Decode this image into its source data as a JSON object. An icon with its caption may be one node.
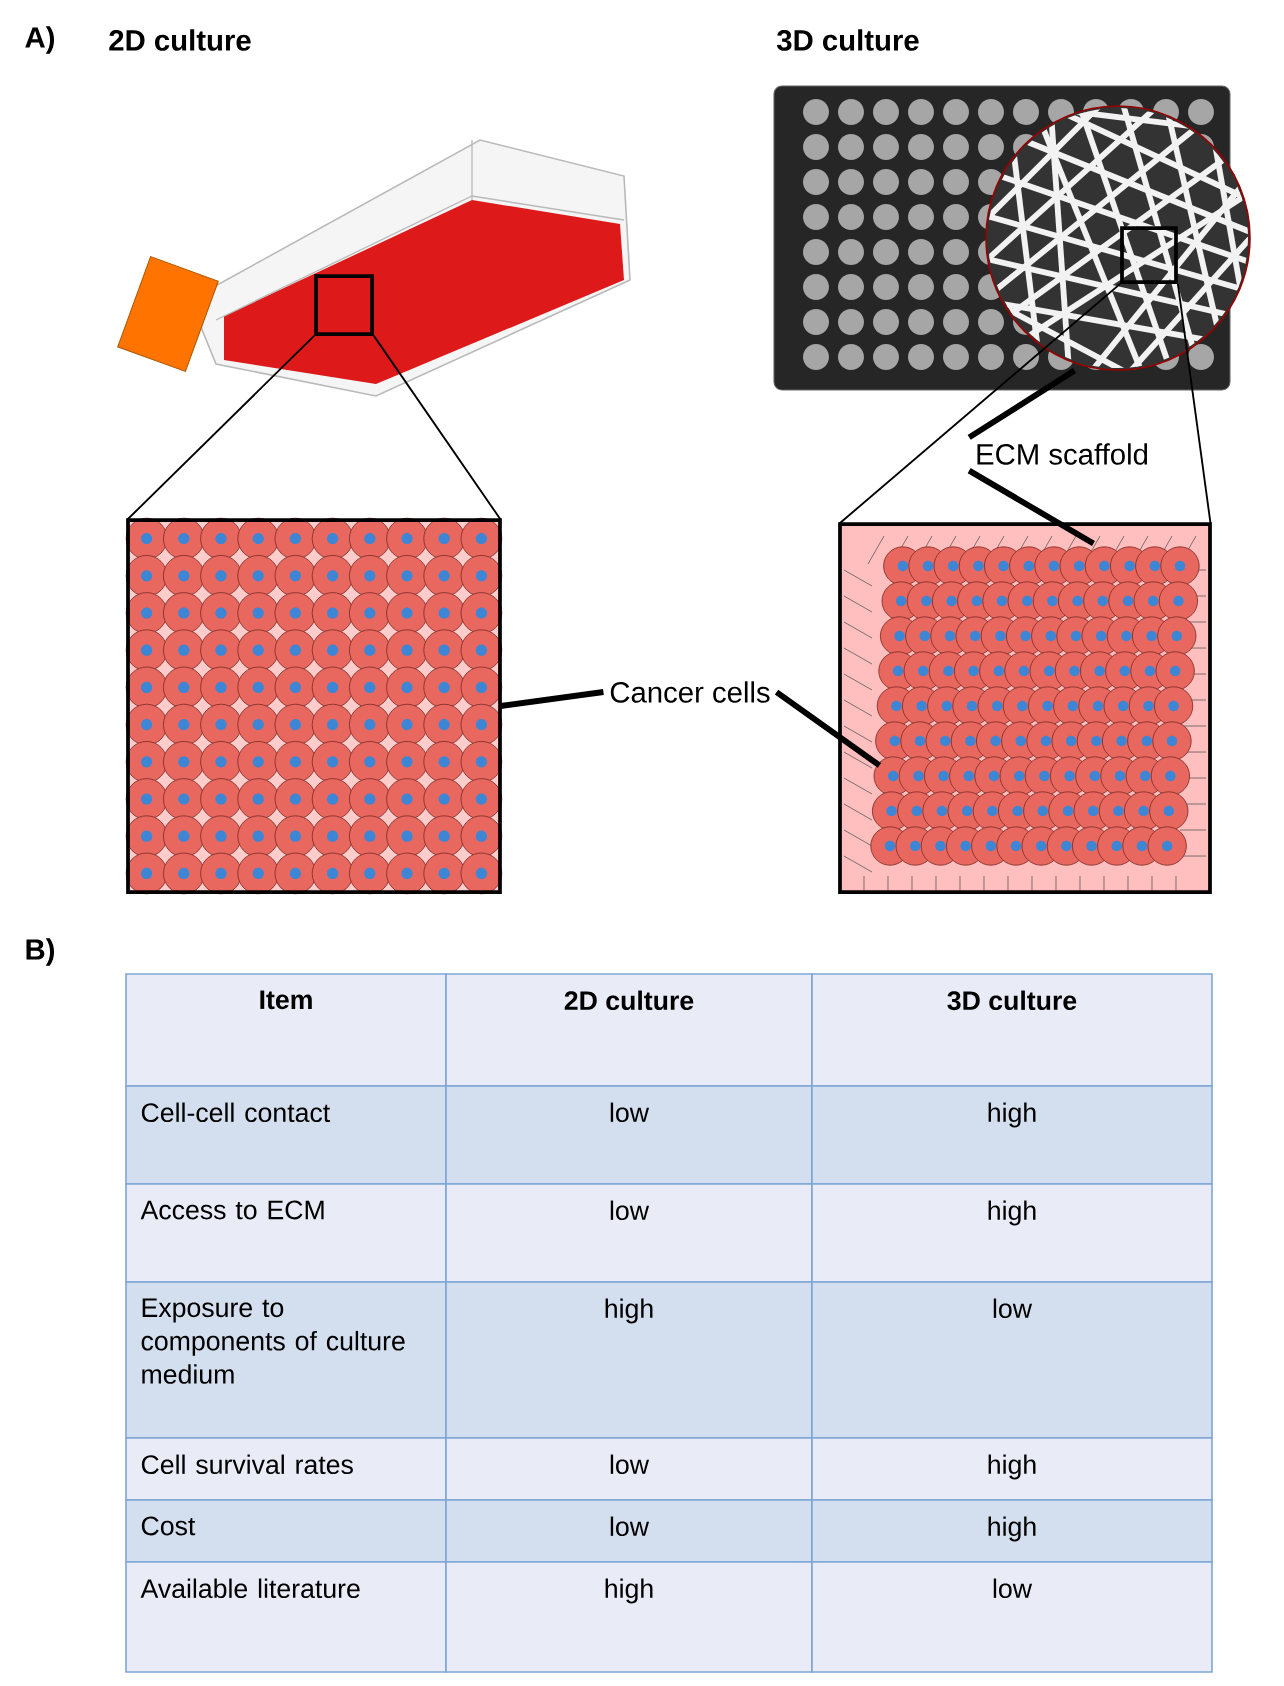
{
  "diagram": {
    "nodes": [
      {
        "text": [],
        "shape": "picture"
      },
      {
        "text": [],
        "shape": "box",
        "in": 0
      },
      {
        "text": [],
        "shape": "picture"
      },
      {
        "text": [],
        "shape": "box",
        "in": 2
      },
      {
        "text": [],
        "shape": "picture"
      },
      {
        "text": [],
        "shape": "picture"
      },
      {
        "text": [
          "ECM scaffold"
        ]
      },
      {
        "text": [
          "Cancer cells"
        ]
      }
    ],
    "edges": [
      {
        "from": 1,
        "to": 4,
        "arrow": "none"
      },
      {
        "from": 1,
        "to": 4,
        "arrow": "none"
      },
      {
        "from": 3,
        "to": 5,
        "arrow": "none"
      },
      {
        "from": 3,
        "to": 5,
        "arrow": "none"
      },
      {
        "from": 6,
        "to": 2,
        "arrow": "none",
        "style": "thick"
      },
      {
        "from": 6,
        "to": 5,
        "arrow": "none",
        "style": "thick"
      },
      {
        "from": 7,
        "to": 4,
        "arrow": "none",
        "style": "thick"
      },
      {
        "from": 7,
        "to": 5,
        "arrow": "none",
        "style": "thick"
      }
    ],
    "labels": [
      "A)",
      "2D culture",
      "3D culture",
      "B)",
      "Item",
      "2D culture",
      "3D culture",
      "Cell-cell contact",
      "low",
      "high",
      "Access to ECM",
      "low",
      "high",
      "Exposure to components of culture medium",
      "high",
      "low",
      "Cell survival rates",
      "low",
      "high",
      "Cost",
      "low",
      "high",
      "Available literature",
      "high",
      "low"
    ]
  }
}
